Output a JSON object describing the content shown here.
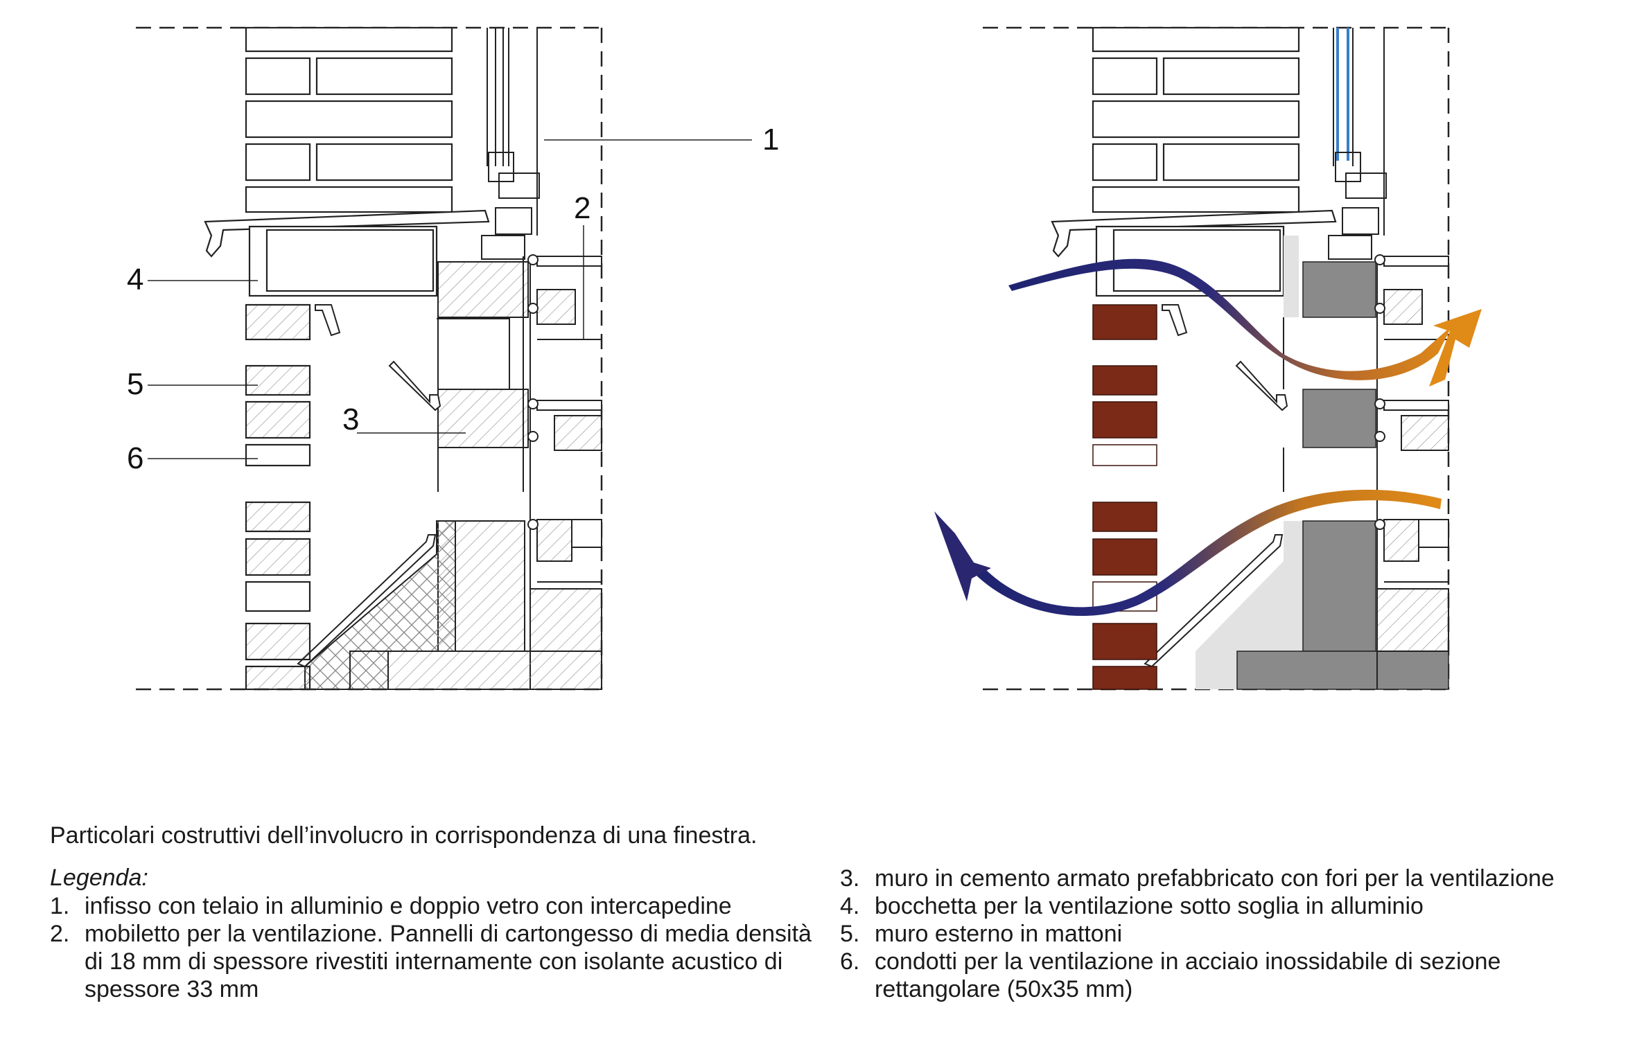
{
  "callouts": [
    "1",
    "2",
    "3",
    "4",
    "5",
    "6"
  ],
  "caption": "Particolari costruttivi dell’involucro in corrispondenza di una finestra.",
  "legend_title": "Legenda:",
  "legend": [
    {
      "num": "1.",
      "text": "infisso con telaio in alluminio e doppio vetro con intercapedine"
    },
    {
      "num": "2.",
      "text": "mobiletto per la ventilazione. Pannelli di cartongesso di media densità di 18 mm di spessore rivestiti internamente  con isolante acustico di spessore 33 mm"
    },
    {
      "num": "3.",
      "text": "muro in cemento armato prefabbricato con fori per la ventilazione"
    },
    {
      "num": "4.",
      "text": "bocchetta per la ventilazione sotto soglia in alluminio"
    },
    {
      "num": "5.",
      "text": "muro esterno in mattoni"
    },
    {
      "num": "6.",
      "text": "condotti per la ventilazione in acciaio inossidabile di sezione rettangolare (50x35 mm)"
    }
  ],
  "colors": {
    "brick": "#7a2a17",
    "concrete": "#8a8a8a",
    "insulation": "#e2e2e2",
    "glass": "#3a7fc9",
    "airflow_cold": "#1f2470",
    "airflow_warm": "#e08a18"
  }
}
